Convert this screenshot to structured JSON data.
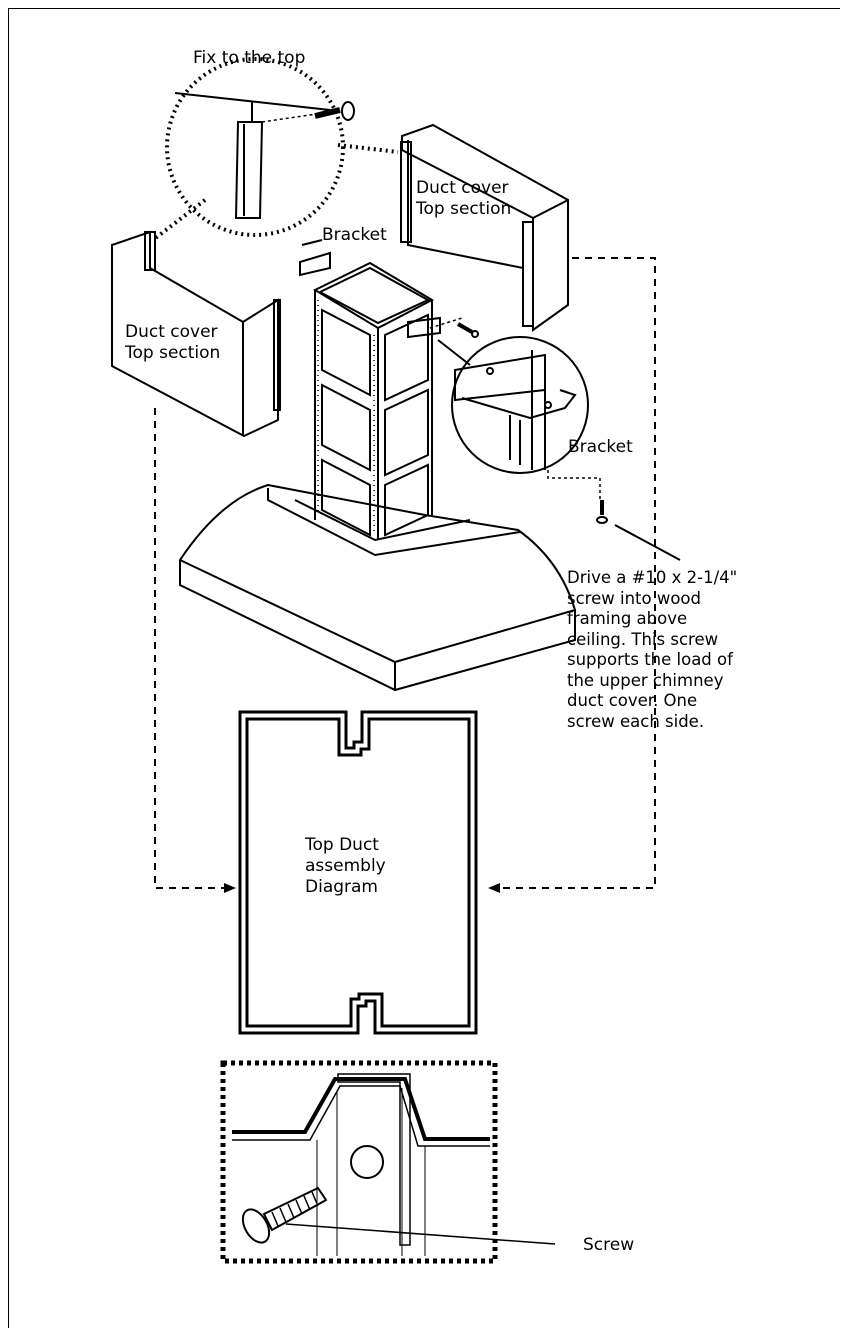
{
  "labels": {
    "fix_to_top": "Fix to the top",
    "bracket_top": "Bracket",
    "duct_cover_right": "Duct cover\nTop section",
    "duct_cover_left": "Duct cover\nTop section",
    "bracket_detail": "Bracket",
    "instruction": "Drive a #10 x 2-1/4\"\nscrew into wood\nframing above\nceiling. This screw\nsupports the load of\nthe upper chimney\nduct cover. One\nscrew each side.",
    "assembly_diagram": "Top Duct\nassembly\nDiagram",
    "screw": "Screw"
  }
}
